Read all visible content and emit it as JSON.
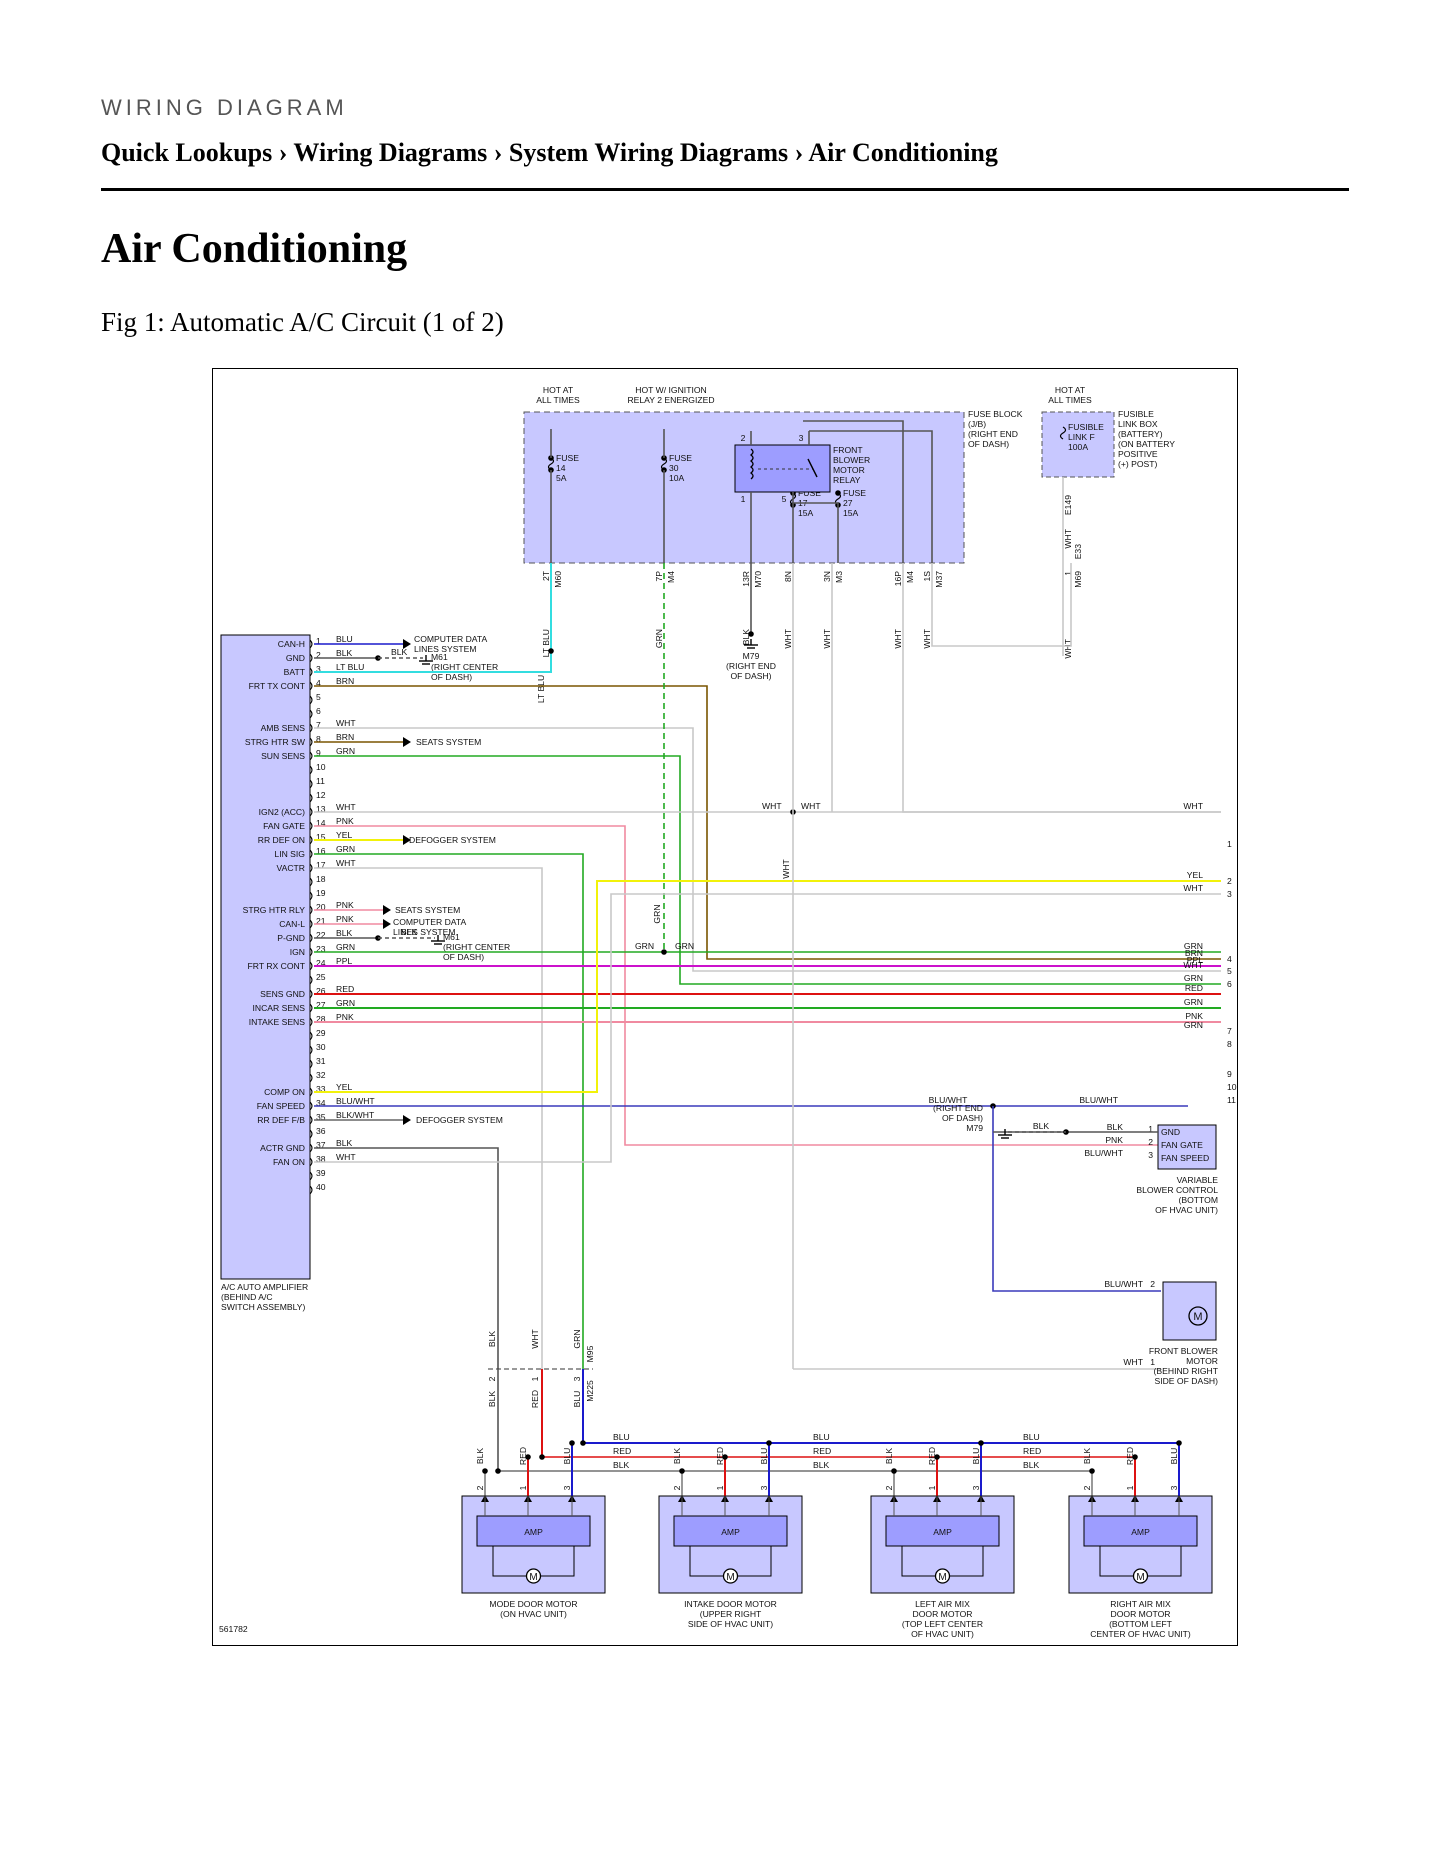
{
  "header": {
    "kicker": "WIRING DIAGRAM",
    "breadcrumb": "Quick Lookups › Wiring Diagrams › System Wiring Diagrams › Air Conditioning",
    "title": "Air Conditioning",
    "caption": "Fig 1: Automatic A/C Circuit (1 of 2)"
  },
  "colors": {
    "box_fill": "#c8c8ff",
    "module_fill": "#9d9dff",
    "BLU": "#1a1acc",
    "BLK": "#555555",
    "LT BLU": "#33dde0",
    "BRN": "#7a5500",
    "WHT": "#c8c8c8",
    "GRN": "#22aa22",
    "PNK": "#f08aa0",
    "YEL": "#f2f20a",
    "RED": "#dd1111",
    "PPL": "#cc11cc",
    "BLU/WHT": "#3a3abb",
    "BLK/WHT": "#666666"
  },
  "diagram": {
    "doc_id": "561782",
    "top_labels": {
      "hot_at_all_times_1": "HOT AT\nALL TIMES",
      "hot_w_ignition": "HOT W/ IGNITION\nRELAY 2 ENERGIZED",
      "hot_at_all_times_2": "HOT AT\nALL TIMES"
    },
    "fuse_block": {
      "label": "FUSE BLOCK\n(J/B)\n(RIGHT END\nOF DASH)",
      "fuses": [
        {
          "label": "FUSE\n14\n5A"
        },
        {
          "label": "FUSE\n30\n10A"
        },
        {
          "label": "FUSE\n17\n15A"
        },
        {
          "label": "FUSE\n27\n15A"
        }
      ],
      "relay": {
        "label": "FRONT\nBLOWER\nMOTOR\nRELAY",
        "pins": [
          "2",
          "3",
          "1",
          "5"
        ]
      }
    },
    "fusible_link": {
      "label": "FUSIBLE\nLINK BOX\n(BATTERY)\n(ON BATTERY\nPOSITIVE\n(+) POST)",
      "fuse": "FUSIBLE\nLINK F\n100A",
      "connector": "E149"
    },
    "fuse_block_connectors": [
      {
        "pin": "2T",
        "conn": "M60",
        "wire": "LT BLU"
      },
      {
        "pin": "7P",
        "conn": "M4",
        "wire": "GRN"
      },
      {
        "pin": "13R",
        "conn": "M70",
        "wire": "BLK"
      },
      {
        "pin": "8N",
        "conn": "",
        "wire": "WHT"
      },
      {
        "pin": "3N",
        "conn": "M3",
        "wire": "WHT"
      },
      {
        "pin": "16P",
        "conn": "M4",
        "wire": "WHT"
      },
      {
        "pin": "1S",
        "conn": "M37",
        "wire": "WHT"
      },
      {
        "pin": "1",
        "conn": "M69",
        "wire": "WHT"
      },
      {
        "pin": "",
        "conn": "E33",
        "wire": "WHT"
      }
    ],
    "ground_m79_top": "M79\n(RIGHT END\nOF DASH)",
    "amplifier": {
      "label": "A/C AUTO AMPLIFIER\n(BEHIND A/C\nSWITCH ASSEMBLY)",
      "pins": [
        {
          "n": "1",
          "fn": "CAN-H",
          "wire": "BLU"
        },
        {
          "n": "2",
          "fn": "GND",
          "wire": "BLK"
        },
        {
          "n": "3",
          "fn": "BATT",
          "wire": "LT BLU"
        },
        {
          "n": "4",
          "fn": "FRT TX CONT",
          "wire": "BRN"
        },
        {
          "n": "5",
          "fn": "",
          "wire": ""
        },
        {
          "n": "6",
          "fn": "",
          "wire": ""
        },
        {
          "n": "7",
          "fn": "AMB SENS",
          "wire": "WHT"
        },
        {
          "n": "8",
          "fn": "STRG HTR SW",
          "wire": "BRN"
        },
        {
          "n": "9",
          "fn": "SUN SENS",
          "wire": "GRN"
        },
        {
          "n": "10",
          "fn": "",
          "wire": ""
        },
        {
          "n": "11",
          "fn": "",
          "wire": ""
        },
        {
          "n": "12",
          "fn": "",
          "wire": ""
        },
        {
          "n": "13",
          "fn": "IGN2 (ACC)",
          "wire": "WHT"
        },
        {
          "n": "14",
          "fn": "FAN GATE",
          "wire": "PNK"
        },
        {
          "n": "15",
          "fn": "RR DEF ON",
          "wire": "YEL"
        },
        {
          "n": "16",
          "fn": "LIN SIG",
          "wire": "GRN"
        },
        {
          "n": "17",
          "fn": "VACTR",
          "wire": "WHT"
        },
        {
          "n": "18",
          "fn": "",
          "wire": ""
        },
        {
          "n": "19",
          "fn": "",
          "wire": ""
        },
        {
          "n": "20",
          "fn": "STRG HTR RLY",
          "wire": "PNK"
        },
        {
          "n": "21",
          "fn": "CAN-L",
          "wire": "PNK"
        },
        {
          "n": "22",
          "fn": "P-GND",
          "wire": "BLK"
        },
        {
          "n": "23",
          "fn": "IGN",
          "wire": "GRN"
        },
        {
          "n": "24",
          "fn": "FRT RX CONT",
          "wire": "PPL"
        },
        {
          "n": "25",
          "fn": "",
          "wire": ""
        },
        {
          "n": "26",
          "fn": "SENS GND",
          "wire": "RED"
        },
        {
          "n": "27",
          "fn": "INCAR SENS",
          "wire": "GRN"
        },
        {
          "n": "28",
          "fn": "INTAKE SENS",
          "wire": "PNK"
        },
        {
          "n": "29",
          "fn": "",
          "wire": ""
        },
        {
          "n": "30",
          "fn": "",
          "wire": ""
        },
        {
          "n": "31",
          "fn": "",
          "wire": ""
        },
        {
          "n": "32",
          "fn": "",
          "wire": ""
        },
        {
          "n": "33",
          "fn": "COMP ON",
          "wire": "YEL"
        },
        {
          "n": "34",
          "fn": "FAN SPEED",
          "wire": "BLU/WHT"
        },
        {
          "n": "35",
          "fn": "RR DEF F/B",
          "wire": "BLK/WHT"
        },
        {
          "n": "36",
          "fn": "",
          "wire": ""
        },
        {
          "n": "37",
          "fn": "ACTR GND",
          "wire": "BLK"
        },
        {
          "n": "38",
          "fn": "FAN ON",
          "wire": "WHT"
        },
        {
          "n": "39",
          "fn": "",
          "wire": ""
        },
        {
          "n": "40",
          "fn": "",
          "wire": ""
        }
      ]
    },
    "side_systems": {
      "computer_data_1": "COMPUTER DATA\nLINES SYSTEM",
      "m61_1": "M61\n(RIGHT CENTER\nOF DASH)",
      "seats_1": "SEATS SYSTEM",
      "defogger_1": "DEFOGGER SYSTEM",
      "seats_2": "SEATS SYSTEM",
      "computer_data_2": "COMPUTER DATA\nLINES SYSTEM",
      "m61_2": "M61\n(RIGHT CENTER\nOF DASH)",
      "defogger_2": "DEFOGGER SYSTEM"
    },
    "right_terminals": [
      {
        "n": "1",
        "wire": "WHT"
      },
      {
        "n": "2",
        "wire": "YEL"
      },
      {
        "n": "3",
        "wire": "WHT"
      },
      {
        "n": "4",
        "wire": "BRN"
      },
      {
        "n": "5",
        "wire": "WHT"
      },
      {
        "n": "6",
        "wire": "GRN"
      },
      {
        "n": "7",
        "wire": "GRN"
      },
      {
        "n": "8",
        "wire": "PPL"
      },
      {
        "n": "9",
        "wire": "RED"
      },
      {
        "n": "10",
        "wire": "GRN"
      },
      {
        "n": "11",
        "wire": "PNK"
      }
    ],
    "blower_control": {
      "label": "VARIABLE\nBLOWER CONTROL\n(BOTTOM\nOF HVAC UNIT)",
      "ground": "(RIGHT END\nOF DASH)\nM79",
      "pins": [
        {
          "n": "1",
          "fn": "GND",
          "wire": "BLK"
        },
        {
          "n": "2",
          "fn": "FAN GATE",
          "wire": "PNK"
        },
        {
          "n": "3",
          "fn": "FAN SPEED",
          "wire": "BLU/WHT"
        }
      ]
    },
    "blower_motor": {
      "label": "FRONT BLOWER\nMOTOR\n(BEHIND RIGHT\nSIDE OF DASH)",
      "pins": [
        {
          "n": "2",
          "wire": "BLU/WHT"
        },
        {
          "n": "1",
          "wire": "WHT"
        }
      ]
    },
    "mid_connectors": {
      "left": {
        "pin": "2",
        "wire_top": "BLK",
        "wire_bottom": "BLK"
      },
      "mid": {
        "pin": "1",
        "wire_top": "WHT",
        "wire_bottom": "RED"
      },
      "right": {
        "pin": "3",
        "conn_top": "M95",
        "conn_bottom": "M225",
        "wire_top": "GRN",
        "wire_bottom": "BLU"
      }
    },
    "bus_labels": {
      "blu": "BLU",
      "red": "RED",
      "blk": "BLK"
    },
    "motors": [
      {
        "label": "MODE DOOR MOTOR\n(ON HVAC UNIT)",
        "amp": "AMP",
        "motor": "M"
      },
      {
        "label": "INTAKE DOOR MOTOR\n(UPPER RIGHT\nSIDE OF HVAC UNIT)",
        "amp": "AMP",
        "motor": "M"
      },
      {
        "label": "LEFT AIR MIX\nDOOR MOTOR\n(TOP LEFT CENTER\nOF HVAC UNIT)",
        "amp": "AMP",
        "motor": "M"
      },
      {
        "label": "RIGHT AIR MIX\nDOOR MOTOR\n(BOTTOM LEFT\nCENTER OF HVAC UNIT)",
        "amp": "AMP",
        "motor": "M"
      }
    ],
    "motor_pins": [
      "2",
      "1",
      "3"
    ],
    "motor_pin_wires": [
      "BLK",
      "RED",
      "BLU"
    ]
  }
}
